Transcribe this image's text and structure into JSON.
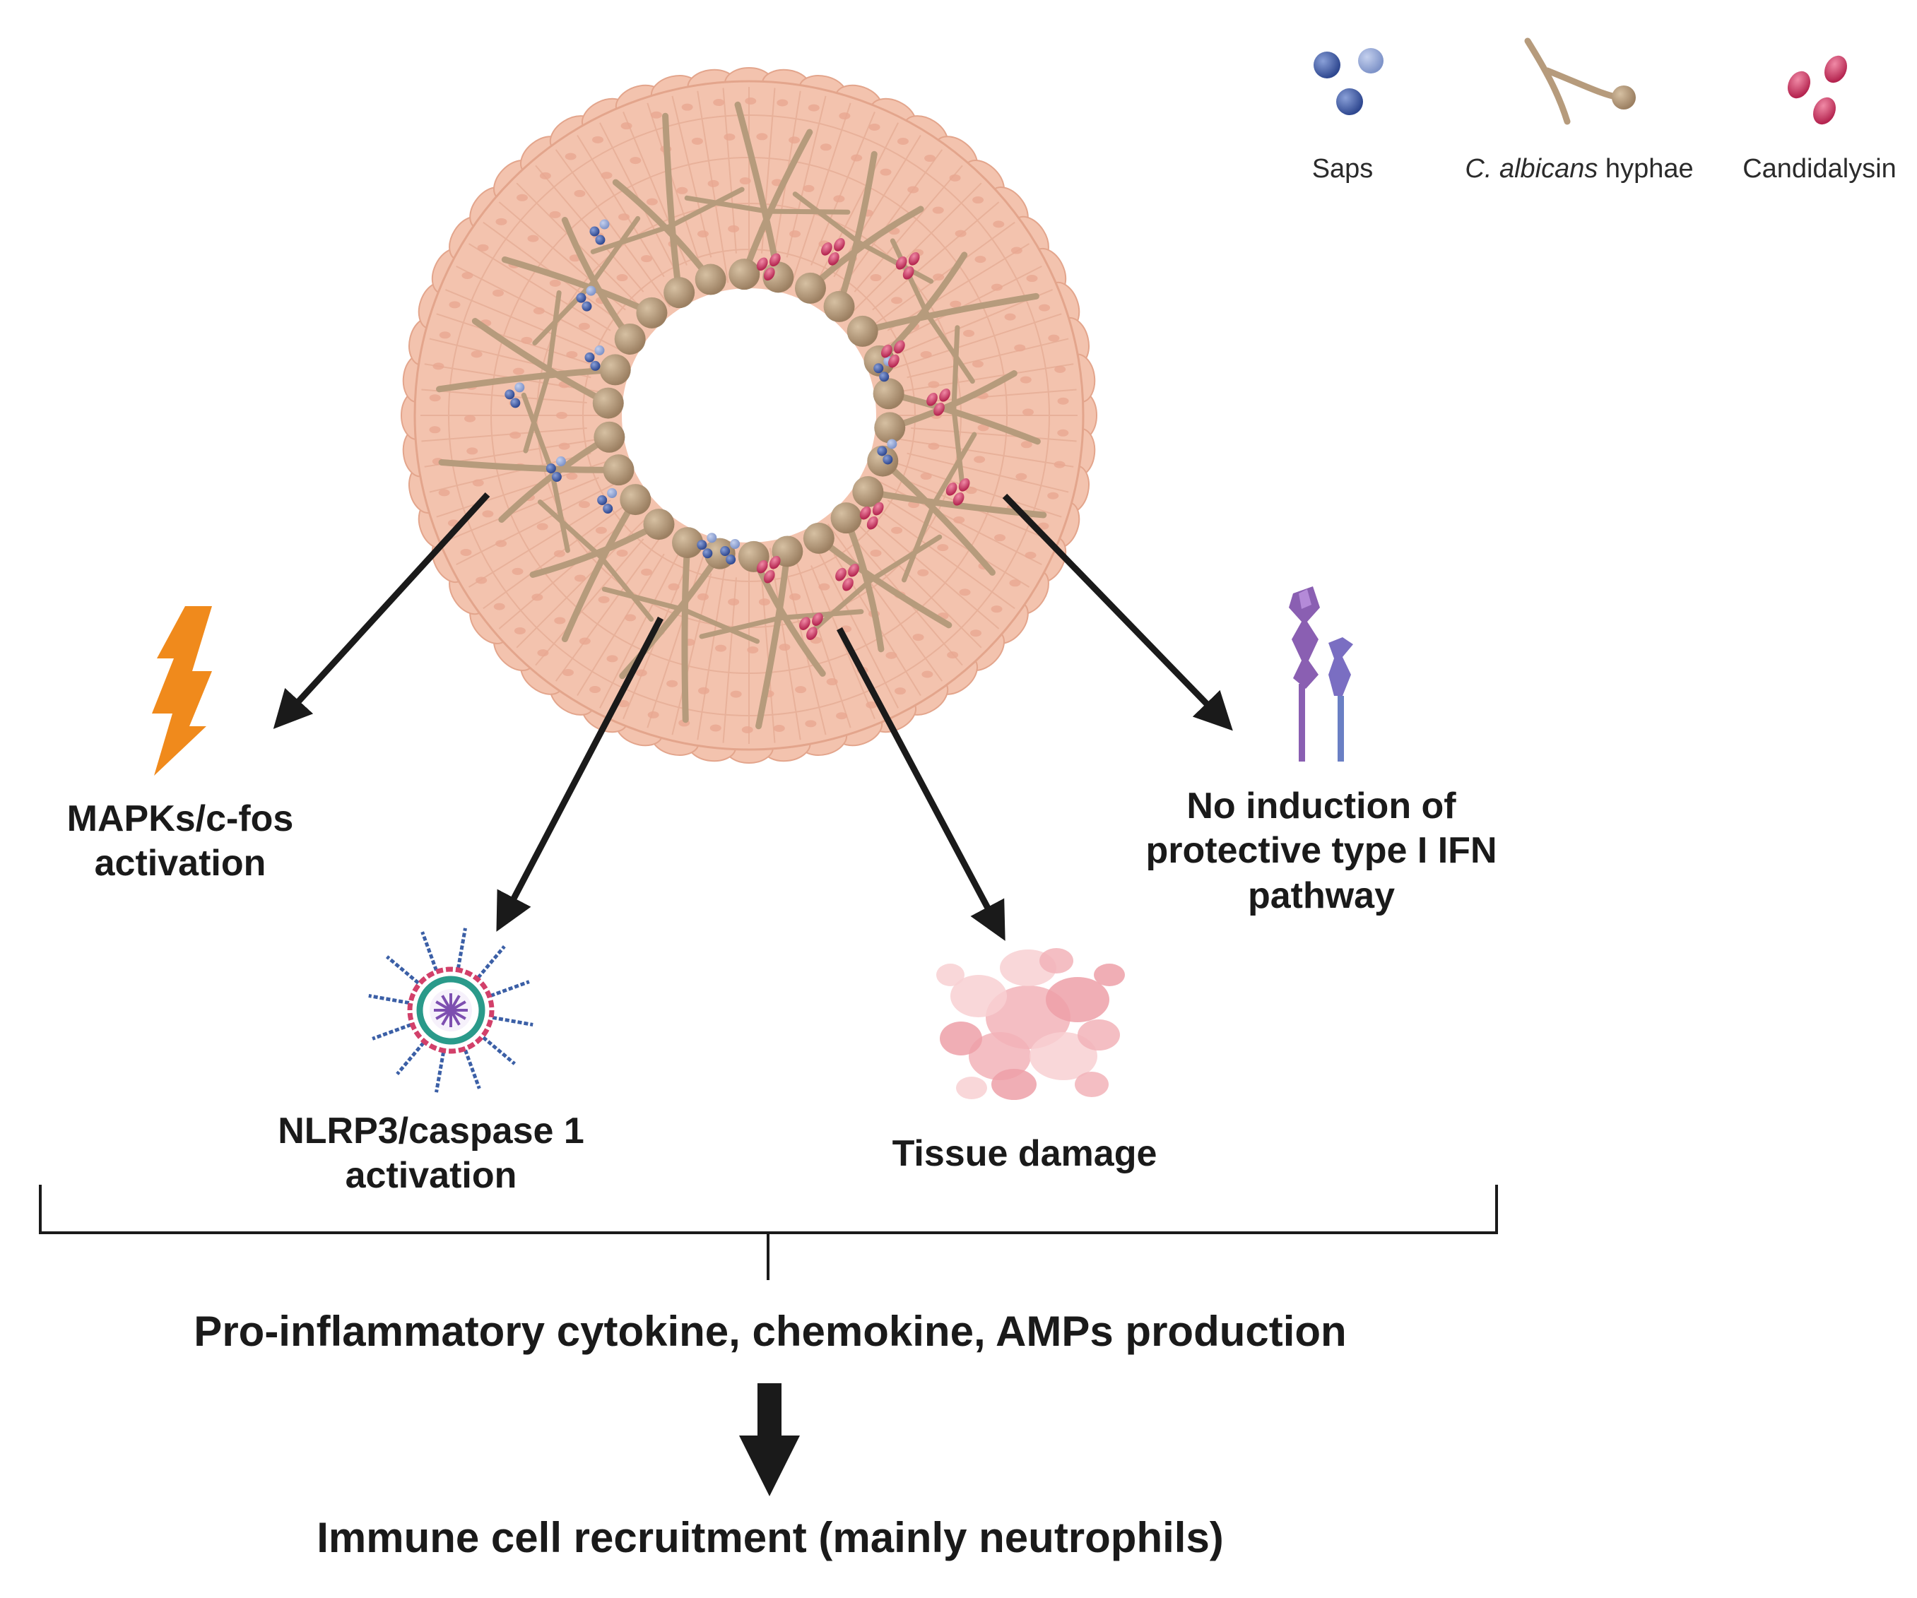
{
  "legend": {
    "saps": "Saps",
    "hyphae_italic": "C. albicans",
    "hyphae_rest": " hyphae",
    "candidalysin": "Candidalysin"
  },
  "outcomes": {
    "mapk_line1": "MAPKs/c-fos",
    "mapk_line2": "activation",
    "nlrp3_line1": "NLRP3/caspase 1",
    "nlrp3_line2": "activation",
    "tissue": "Tissue damage",
    "ifn_line1": "No induction of",
    "ifn_line2": "protective type I IFN",
    "ifn_line3": "pathway"
  },
  "summary": {
    "production": "Pro-inflammatory cytokine, chemokine, AMPs production",
    "recruitment": "Immune cell recruitment (mainly neutrophils)"
  },
  "colors": {
    "epithelium": "#f3c3ae",
    "epithelium_edge": "#e3a58c",
    "hyphae": "#b69b7c",
    "saps": "#4a62a8",
    "candidalysin": "#d2406a",
    "lightning": "#f08a1c",
    "receptor": "#8a5fb2",
    "arrow": "#1a1a1a"
  }
}
